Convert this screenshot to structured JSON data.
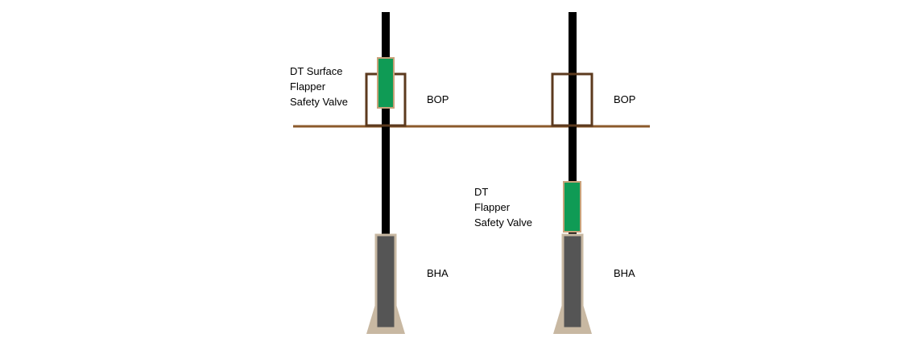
{
  "colors": {
    "background": "#ffffff",
    "pipe": "#000000",
    "ground_line": "#8b5a2b",
    "bop_outline": "#5c3a1e",
    "valve_fill": "#0f9b55",
    "valve_border": "#c8a27a",
    "bha_fill": "#555555",
    "bha_border": "#c8b8a2",
    "base_fill": "#c8b8a2"
  },
  "left_assembly": {
    "valve_label_lines": [
      "DT Surface",
      "Flapper",
      "Safety Valve"
    ],
    "bop_label": "BOP",
    "bha_label": "BHA"
  },
  "right_assembly": {
    "valve_label_lines": [
      "DT",
      "Flapper",
      "Safety Valve"
    ],
    "bop_label": "BOP",
    "bha_label": "BHA"
  }
}
